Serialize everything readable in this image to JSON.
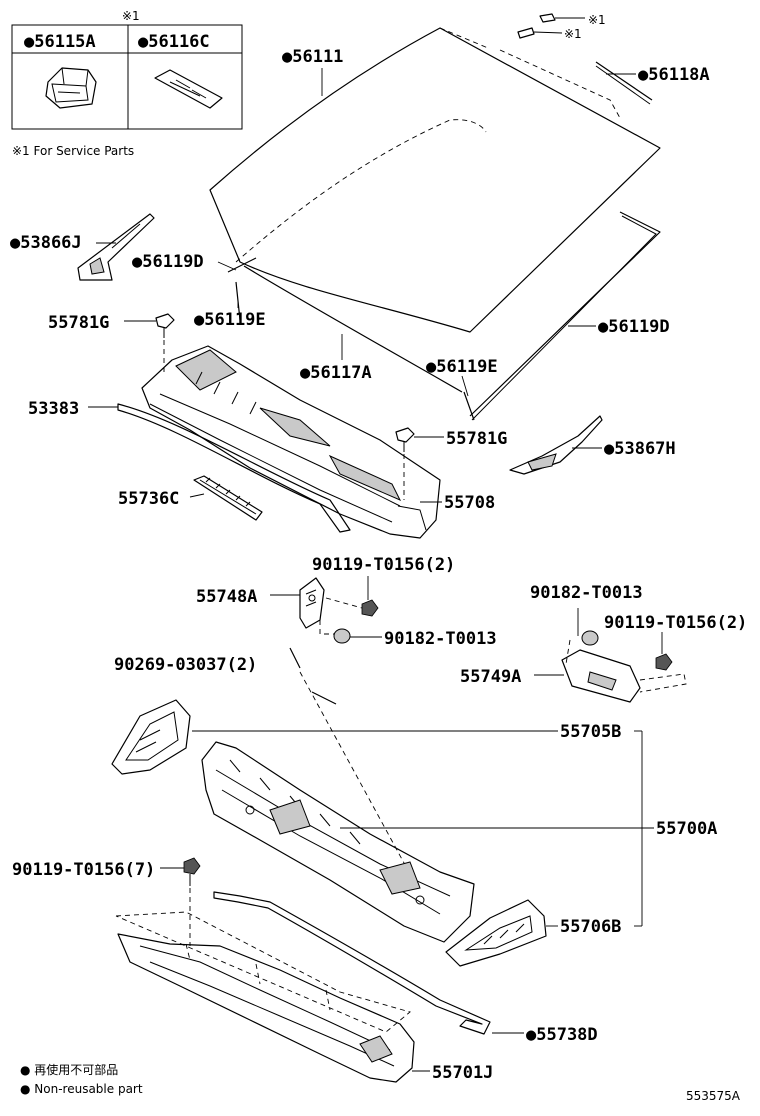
{
  "service_box": {
    "marker": "※1",
    "left_part": "●56115A",
    "right_part": "●56116C",
    "note": "※1 For Service Parts"
  },
  "labels": {
    "l56111": "●56111",
    "l56118A": "●56118A",
    "mark1a": "※1",
    "mark1b": "※1",
    "l53866J": "●53866J",
    "l56119D_left": "●56119D",
    "l55781G_top": "55781G",
    "l56119E_left": "●56119E",
    "l56119D_right": "●56119D",
    "l56117A": "●56117A",
    "l56119E_right": "●56119E",
    "l53383": "53383",
    "l55781G_mid": "55781G",
    "l53867H": "●53867H",
    "l55736C": "55736C",
    "l55708": "55708",
    "l90119_a": "90119-T0156(2)",
    "l55748A": "55748A",
    "l90182_a": "90182-T0013",
    "l90182_b": "90182-T0013",
    "l90119_b": "90119-T0156(2)",
    "l90269": "90269-03037(2)",
    "l55749A": "55749A",
    "l55705B": "55705B",
    "l55700A": "55700A",
    "l90119_c": "90119-T0156(7)",
    "l55706B": "55706B",
    "l55738D": "●55738D",
    "l55701J": "55701J"
  },
  "legend": {
    "line1": "● 再使用不可部品",
    "line2": "● Non-reusable part"
  },
  "diagram_id": "553575A"
}
